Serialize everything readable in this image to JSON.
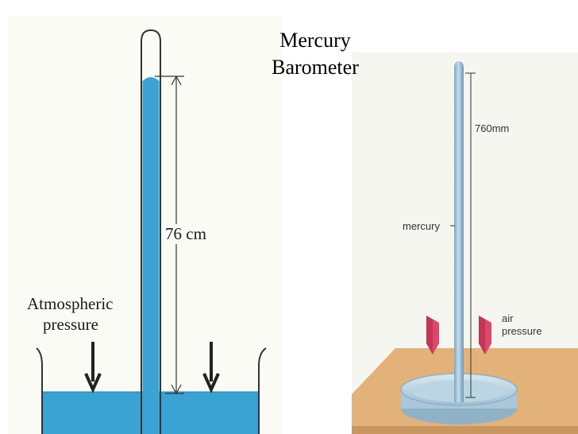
{
  "title": {
    "line1": "Mercury",
    "line2": "Barometer"
  },
  "left_diagram": {
    "height_label": "76 cm",
    "pressure_label_line1": "Atmospheric",
    "pressure_label_line2": "pressure",
    "mercury_color": "#3aa3d4",
    "glass_color": "#333333"
  },
  "right_diagram": {
    "height_label": "760mm",
    "mercury_label": "mercury",
    "air_pressure_line1": "air",
    "air_pressure_line2": "pressure",
    "arrow_color": "#e0456a",
    "tube_color": "#a9c9dc",
    "table_color": "#e2b27a"
  }
}
